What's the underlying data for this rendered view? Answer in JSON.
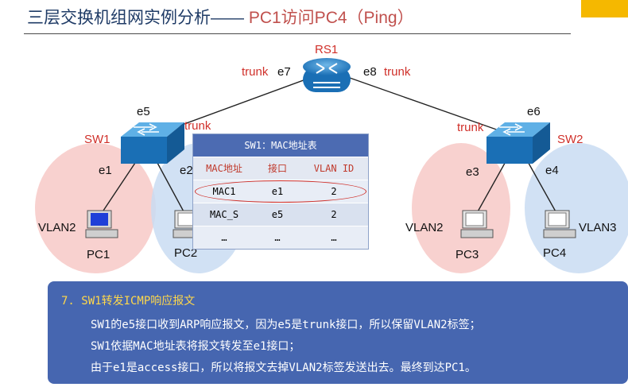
{
  "title": {
    "main": "三层交换机组网实例分析——",
    "sub": " PC1访问PC4（Ping）"
  },
  "colors": {
    "title": "#1f3b66",
    "accent_red": "#d0302a",
    "callout_bg": "#4666b0",
    "step_yellow": "#ffd84a",
    "vlan2_area": "#f7c9c7",
    "vlan3_area": "#c9dcf2",
    "device_blue": "#1f6fc1"
  },
  "devices": {
    "router": "RS1",
    "switch1": "SW1",
    "switch2": "SW2"
  },
  "ports": {
    "e1": "e1",
    "e2": "e2",
    "e3": "e3",
    "e4": "e4",
    "e5": "e5",
    "e6": "e6",
    "e7": "e7",
    "e8": "e8"
  },
  "link_mode": "trunk",
  "hosts": {
    "pc1": "PC1",
    "pc2": "PC2",
    "pc3": "PC3",
    "pc4": "PC4"
  },
  "vlans": {
    "left_a": "VLAN2",
    "right_a": "VLAN2",
    "right_b": "VLAN3"
  },
  "icons": {
    "router": "router-icon",
    "switch": "switch-icon",
    "pc": "pc-icon"
  },
  "mac_table": {
    "title": "SW1：MAC地址表",
    "headers": [
      "MAC地址",
      "接口",
      "VLAN ID"
    ],
    "rows": [
      [
        "MAC1",
        "e1",
        "2"
      ],
      [
        "MAC_S",
        "e5",
        "2"
      ],
      [
        "…",
        "…",
        "…"
      ]
    ]
  },
  "callout": {
    "step": "7.  SW1转发ICMP响应报文",
    "lines": [
      "SW1的e5接口收到ARP响应报文，因为e5是trunk接口，所以保留VLAN2标签；",
      "SW1依据MAC地址表将报文转发至e1接口；",
      "由于e1是access接口，所以将报文去掉VLAN2标签发送出去。最终到达PC1。"
    ]
  }
}
